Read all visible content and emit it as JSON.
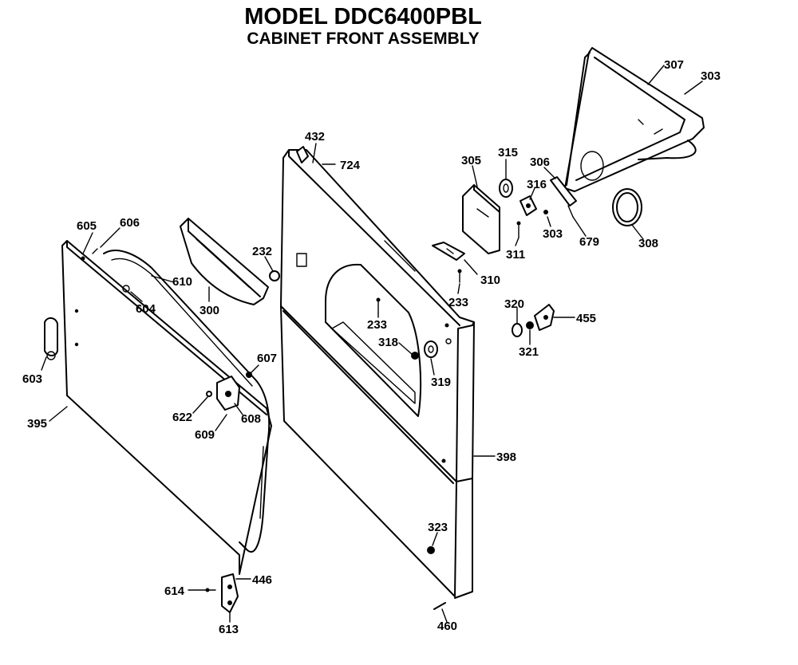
{
  "title": "MODEL DDC6400PBL",
  "subtitle": "CABINET FRONT ASSEMBLY",
  "labels": {
    "p307": "307",
    "p303a": "303",
    "p432": "432",
    "p724": "724",
    "p305": "305",
    "p315": "315",
    "p306": "306",
    "p316": "316",
    "p303b": "303",
    "p679": "679",
    "p308": "308",
    "p311": "311",
    "p310": "310",
    "p605": "605",
    "p606": "606",
    "p232": "232",
    "p610": "610",
    "p604": "604",
    "p300": "300",
    "p233a": "233",
    "p233b": "233",
    "p320": "320",
    "p455": "455",
    "p321": "321",
    "p318": "318",
    "p319": "319",
    "p607": "607",
    "p603": "603",
    "p622": "622",
    "p608": "608",
    "p395": "395",
    "p609": "609",
    "p398": "398",
    "p323": "323",
    "p614": "614",
    "p446": "446",
    "p613": "613",
    "p460": "460"
  }
}
